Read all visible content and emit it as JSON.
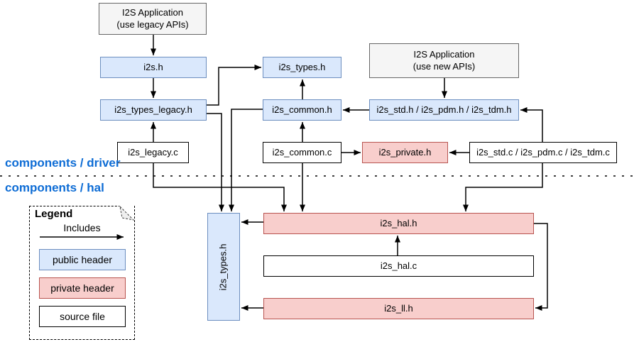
{
  "sections": {
    "driver": "components / driver",
    "hal": "components / hal"
  },
  "nodes": {
    "app_legacy": {
      "line1": "I2S Application",
      "line2": "(use legacy APIs)"
    },
    "i2s_h": {
      "label": "i2s.h"
    },
    "i2s_types_legacy_h": {
      "label": "i2s_types_legacy.h"
    },
    "i2s_legacy_c": {
      "label": "i2s_legacy.c"
    },
    "i2s_types_h_driver": {
      "label": "i2s_types.h"
    },
    "i2s_common_h": {
      "label": "i2s_common.h"
    },
    "i2s_common_c": {
      "label": "i2s_common.c"
    },
    "app_new": {
      "line1": "I2S Application",
      "line2": "(use new APIs)"
    },
    "i2s_std_pdm_tdm_h": {
      "label": "i2s_std.h / i2s_pdm.h / i2s_tdm.h"
    },
    "i2s_private_h": {
      "label": "i2s_private.h"
    },
    "i2s_std_pdm_tdm_c": {
      "label": "i2s_std.c / i2s_pdm.c / i2s_tdm.c"
    },
    "i2s_types_h_hal": {
      "label": "i2s_types.h"
    },
    "i2s_hal_h": {
      "label": "i2s_hal.h"
    },
    "i2s_hal_c": {
      "label": "i2s_hal.c"
    },
    "i2s_ll_h": {
      "label": "i2s_ll.h"
    }
  },
  "legend": {
    "title": "Legend",
    "arrow_label": "Includes",
    "items": [
      {
        "label": "public header",
        "type": "public"
      },
      {
        "label": "private header",
        "type": "private"
      },
      {
        "label": "source file",
        "type": "source"
      }
    ]
  },
  "edges": [
    {
      "from": "I2S Application (use legacy APIs)",
      "to": "i2s.h"
    },
    {
      "from": "i2s.h",
      "to": "i2s_types_legacy.h"
    },
    {
      "from": "i2s_legacy.c",
      "to": "i2s_types_legacy.h"
    },
    {
      "from": "i2s_legacy.c",
      "to": "i2s_hal.h"
    },
    {
      "from": "i2s_types_legacy.h",
      "to": "i2s_types.h (driver)"
    },
    {
      "from": "i2s_types_legacy.h",
      "to": "i2s_types.h (hal)"
    },
    {
      "from": "i2s_common.h",
      "to": "i2s_types.h (hal)"
    },
    {
      "from": "i2s_common.h",
      "to": "i2s_types.h (driver)"
    },
    {
      "from": "i2s_common.c",
      "to": "i2s_common.h"
    },
    {
      "from": "i2s_common.c",
      "to": "i2s_hal.h"
    },
    {
      "from": "i2s_common.c",
      "to": "i2s_private.h"
    },
    {
      "from": "I2S Application (use new APIs)",
      "to": "i2s_std.h / i2s_pdm.h / i2s_tdm.h"
    },
    {
      "from": "i2s_std.h / i2s_pdm.h / i2s_tdm.h",
      "to": "i2s_common.h"
    },
    {
      "from": "i2s_std.c / i2s_pdm.c / i2s_tdm.c",
      "to": "i2s_std.h / i2s_pdm.h / i2s_tdm.h"
    },
    {
      "from": "i2s_std.c / i2s_pdm.c / i2s_tdm.c",
      "to": "i2s_private.h"
    },
    {
      "from": "i2s_std.c / i2s_pdm.c / i2s_tdm.c",
      "to": "i2s_hal.h"
    },
    {
      "from": "i2s_hal.h",
      "to": "i2s_types.h (hal)"
    },
    {
      "from": "i2s_hal.c",
      "to": "i2s_hal.h"
    },
    {
      "from": "i2s_hal.h",
      "to": "i2s_ll.h"
    },
    {
      "from": "i2s_ll.h",
      "to": "i2s_types.h (hal)"
    }
  ],
  "colors": {
    "public_fill": "#dae8fc",
    "public_stroke": "#6c8ebf",
    "private_fill": "#f8cecc",
    "private_stroke": "#b85450",
    "app_fill": "#f5f5f5",
    "app_stroke": "#666666",
    "source_fill": "#ffffff",
    "source_stroke": "#000000",
    "section_label_text": "#0d6cd5",
    "connector": "#000000"
  }
}
